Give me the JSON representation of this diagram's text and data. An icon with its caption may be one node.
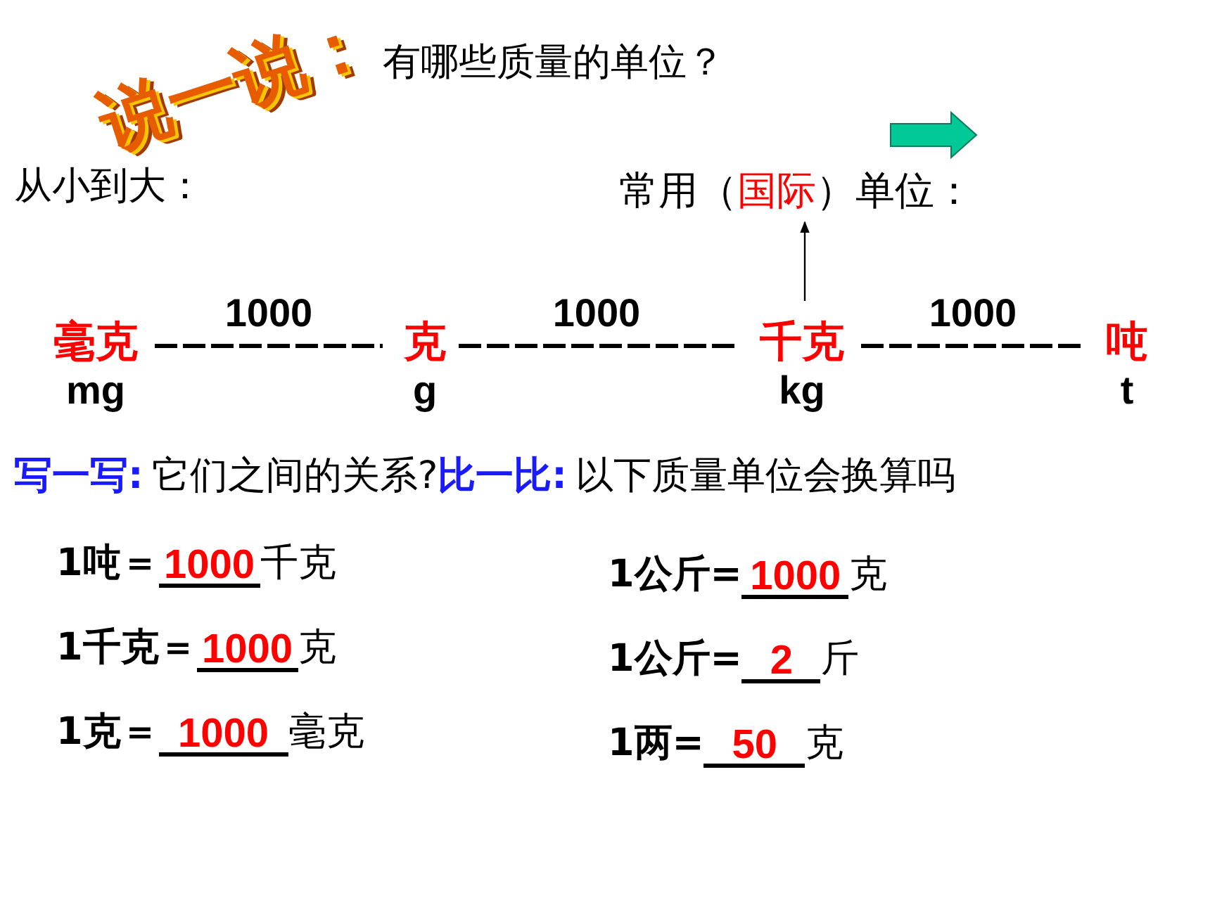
{
  "diagram": {
    "title": "说一说：",
    "nodes": [
      {
        "text": [
          "毫克",
          "mg"
        ]
      },
      {
        "text": [
          "克",
          "g"
        ]
      },
      {
        "text": [
          "千克",
          "kg"
        ]
      },
      {
        "text": [
          "吨",
          "t"
        ]
      },
      {
        "text": [
          "常用（",
          "国际",
          "）单位："
        ]
      }
    ],
    "edges": [
      {
        "from": 0,
        "to": 1,
        "arrow": "none",
        "label": "1000",
        "style": "dashed"
      },
      {
        "from": 1,
        "to": 2,
        "arrow": "none",
        "label": "1000",
        "style": "dashed"
      },
      {
        "from": 2,
        "to": 3,
        "arrow": "none",
        "label": "1000",
        "style": "dashed"
      },
      {
        "from": 2,
        "to": 4,
        "arrow": "to"
      }
    ],
    "labels": [
      "有哪些质量的单位？",
      "从小到大：",
      "写一写:",
      "它们之间的关系?",
      "比一比:",
      "以下质量单位会换算吗",
      "1吨＝",
      "1000",
      "千克",
      "1公斤=",
      "1000",
      "克",
      "1千克＝",
      "1000",
      "克",
      "1公斤=",
      "2",
      "斤",
      "1克＝",
      "1000",
      "毫克",
      "1两=",
      "50",
      "克"
    ]
  }
}
